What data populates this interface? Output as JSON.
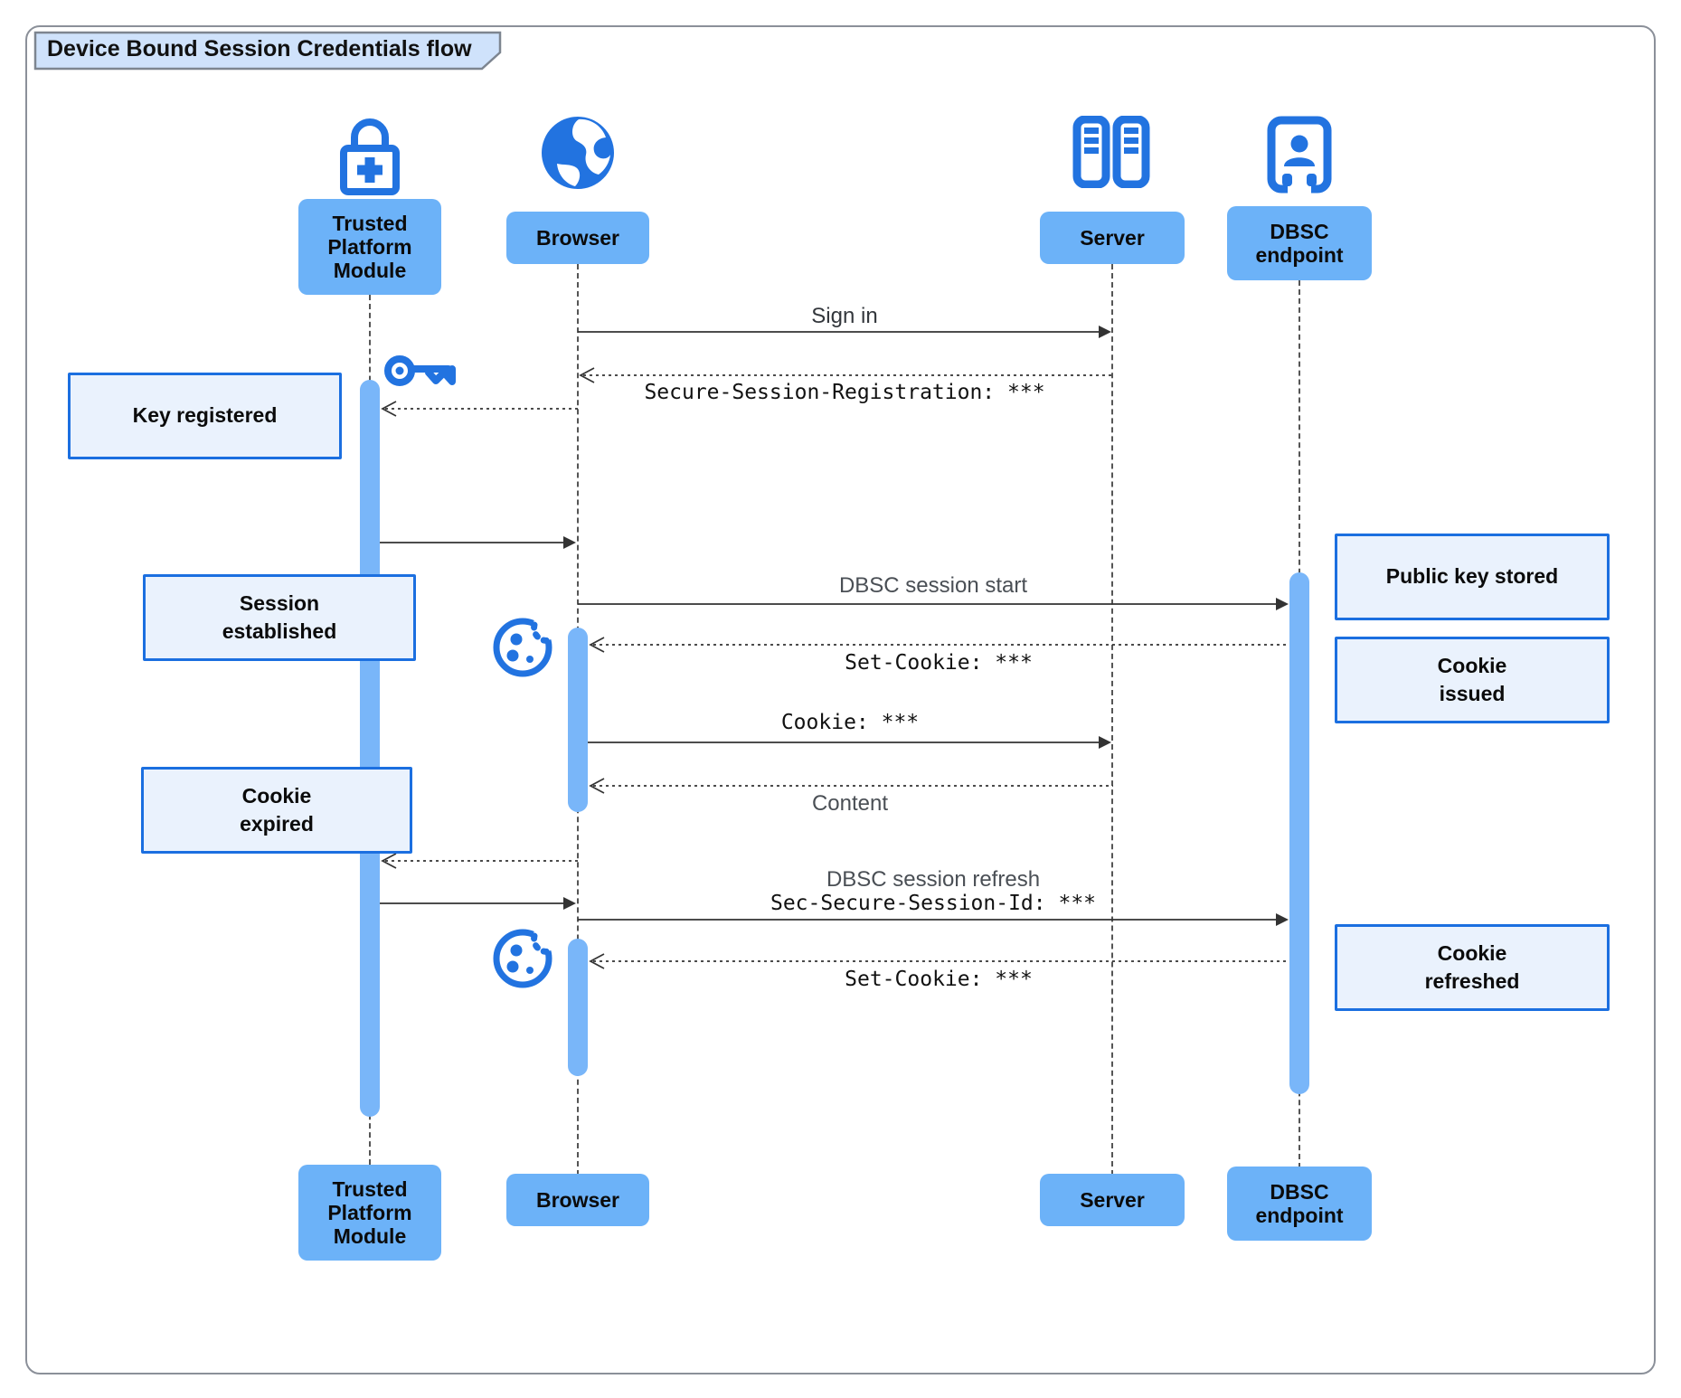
{
  "title": "Device Bound Session Credentials flow",
  "colors": {
    "icon_accent": "#2273e0",
    "participant_fill": "#6cb2f8",
    "activation_fill": "#79b6f9",
    "note_fill": "#eaf2fd",
    "note_border": "#1b6fe0",
    "arrow": "#333333"
  },
  "participants": [
    {
      "id": "tpm",
      "label": "Trusted Platform Module",
      "icon": "lock-plus-icon"
    },
    {
      "id": "browser",
      "label": "Browser",
      "icon": "globe-icon"
    },
    {
      "id": "server",
      "label": "Server",
      "icon": "server-icon"
    },
    {
      "id": "dbsc",
      "label": "DBSC endpoint",
      "icon": "badge-person-icon"
    }
  ],
  "notes": [
    {
      "side": "left",
      "lines": [
        "Key registered"
      ]
    },
    {
      "side": "left",
      "lines": [
        "Session",
        "established"
      ]
    },
    {
      "side": "left",
      "lines": [
        "Cookie",
        "expired"
      ]
    },
    {
      "side": "right",
      "lines": [
        "Public key stored"
      ]
    },
    {
      "side": "right",
      "lines": [
        "Cookie",
        "issued"
      ]
    },
    {
      "side": "right",
      "lines": [
        "Cookie",
        "refreshed"
      ]
    }
  ],
  "messages": [
    {
      "from": "Browser",
      "to": "Server",
      "style": "solid",
      "lines": [
        "Sign in"
      ]
    },
    {
      "from": "Server",
      "to": "Browser",
      "style": "dashed",
      "lines": [
        "Secure-Session-Registration: ***"
      ]
    },
    {
      "from": "Browser",
      "to": "Trusted Platform Module",
      "style": "dashed",
      "lines": []
    },
    {
      "from": "Trusted Platform Module",
      "to": "Browser",
      "style": "solid",
      "lines": []
    },
    {
      "from": "Browser",
      "to": "DBSC endpoint",
      "style": "solid",
      "lines": [
        "DBSC session start"
      ]
    },
    {
      "from": "DBSC endpoint",
      "to": "Browser",
      "style": "dashed",
      "lines": [
        "Set-Cookie: ***"
      ]
    },
    {
      "from": "Browser",
      "to": "Server",
      "style": "solid",
      "lines": [
        "Cookie: ***"
      ]
    },
    {
      "from": "Server",
      "to": "Browser",
      "style": "dashed",
      "lines": [
        "Content"
      ]
    },
    {
      "from": "Browser",
      "to": "Trusted Platform Module",
      "style": "dashed",
      "lines": []
    },
    {
      "from": "Trusted Platform Module",
      "to": "Browser",
      "style": "solid",
      "lines": []
    },
    {
      "from": "Browser",
      "to": "DBSC endpoint",
      "style": "solid",
      "lines": [
        "DBSC session refresh",
        "Sec-Secure-Session-Id: ***"
      ]
    },
    {
      "from": "DBSC endpoint",
      "to": "Browser",
      "style": "dashed",
      "lines": [
        "Set-Cookie: ***"
      ]
    }
  ]
}
